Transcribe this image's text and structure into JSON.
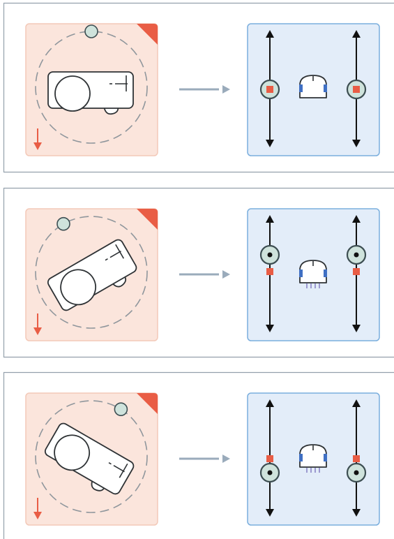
{
  "colors": {
    "frame": "#94a0ac",
    "left_panel_fill": "#fbe5dc",
    "left_panel_border": "#f3c9b8",
    "right_panel_fill": "#e3edf9",
    "right_panel_border": "#7aaedd",
    "accent_red": "#e95d45",
    "knob_fill": "#cfe3dc",
    "knob_stroke": "#3d4e52",
    "arrow": "#9aabbb",
    "axis": "#111111",
    "robot_blue": "#3f6fc3",
    "robot_lines": "#8a84c5",
    "ink": "#2e3235",
    "dash": "#8f969c"
  },
  "rows": [
    {
      "name": "row-1",
      "projector_rotation_deg": 0,
      "knob_angle_deg": -90,
      "robot_leg_lines": false,
      "slider_position": "center",
      "marker_on_knob": true
    },
    {
      "name": "row-2",
      "projector_rotation_deg": -30,
      "knob_angle_deg": -120,
      "robot_leg_lines": true,
      "slider_position": "above",
      "marker_on_knob": false
    },
    {
      "name": "row-3",
      "projector_rotation_deg": 30,
      "knob_angle_deg": -58,
      "robot_leg_lines": true,
      "slider_position": "below",
      "marker_on_knob": false
    }
  ]
}
